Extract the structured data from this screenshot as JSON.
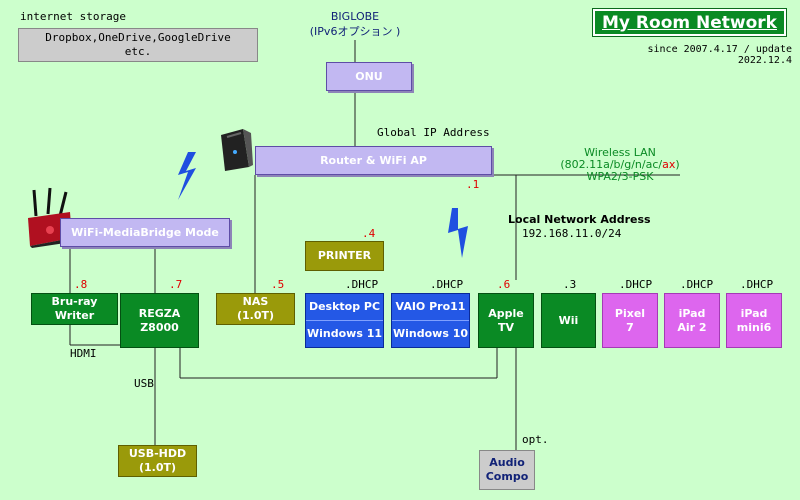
{
  "title": "My Room Network",
  "subtitle": "since 2007.4.17 / update 2022.12.4",
  "internet_storage": {
    "label": "internet storage",
    "services": "Dropbox,OneDrive,GoogleDrive\netc."
  },
  "isp": {
    "name": "BIGLOBE",
    "detail": "(IPv6オプション )"
  },
  "onu": "ONU",
  "global_ip": "Global IP Address",
  "router": {
    "label": "Router & WiFi AP",
    "ip": ".1"
  },
  "wireless": {
    "line1": "Wireless LAN",
    "line2_prefix": "(802.11a/b/g/n/ac/",
    "line2_highlight": "ax",
    "line2_suffix": ")",
    "line3": "WPA2/3-PSK"
  },
  "local_network": {
    "label": "Local Network Address",
    "address": "192.168.11.0/24"
  },
  "bridge": "WiFi-MediaBridge Mode",
  "printer": {
    "label": "PRINTER",
    "ip": ".4"
  },
  "devices": {
    "bluray": {
      "label": "Bru-ray\nWriter",
      "ip": ".8"
    },
    "regza": {
      "label": "REGZA\nZ8000",
      "ip": ".7"
    },
    "nas": {
      "label": "NAS\n(1.0T)",
      "ip": ".5"
    },
    "desktop": {
      "name": "Desktop PC",
      "os": "Windows 11",
      "ip": ".DHCP"
    },
    "vaio": {
      "name": "VAIO Pro11",
      "os": "Windows 10",
      "ip": ".DHCP"
    },
    "appletv": {
      "label": "Apple\nTV",
      "ip": ".6"
    },
    "wii": {
      "label": "Wii",
      "ip": ".3"
    },
    "pixel": {
      "label": "Pixel\n7",
      "ip": ".DHCP"
    },
    "ipad_air": {
      "label": "iPad\nAir 2",
      "ip": ".DHCP"
    },
    "ipad_mini": {
      "label": "iPad\nmini6",
      "ip": ".DHCP"
    }
  },
  "hdmi": "HDMI",
  "usb": "USB",
  "usb_hdd": "USB-HDD\n(1.0T)",
  "opt": "opt.",
  "audio": "Audio\nCompo",
  "colors": {
    "background": "#ccffcc",
    "title_bg": "#0a8a24",
    "purple": "#c2b8f2",
    "wireless_green": "#0a8a24",
    "ip_red": "#e00000"
  }
}
